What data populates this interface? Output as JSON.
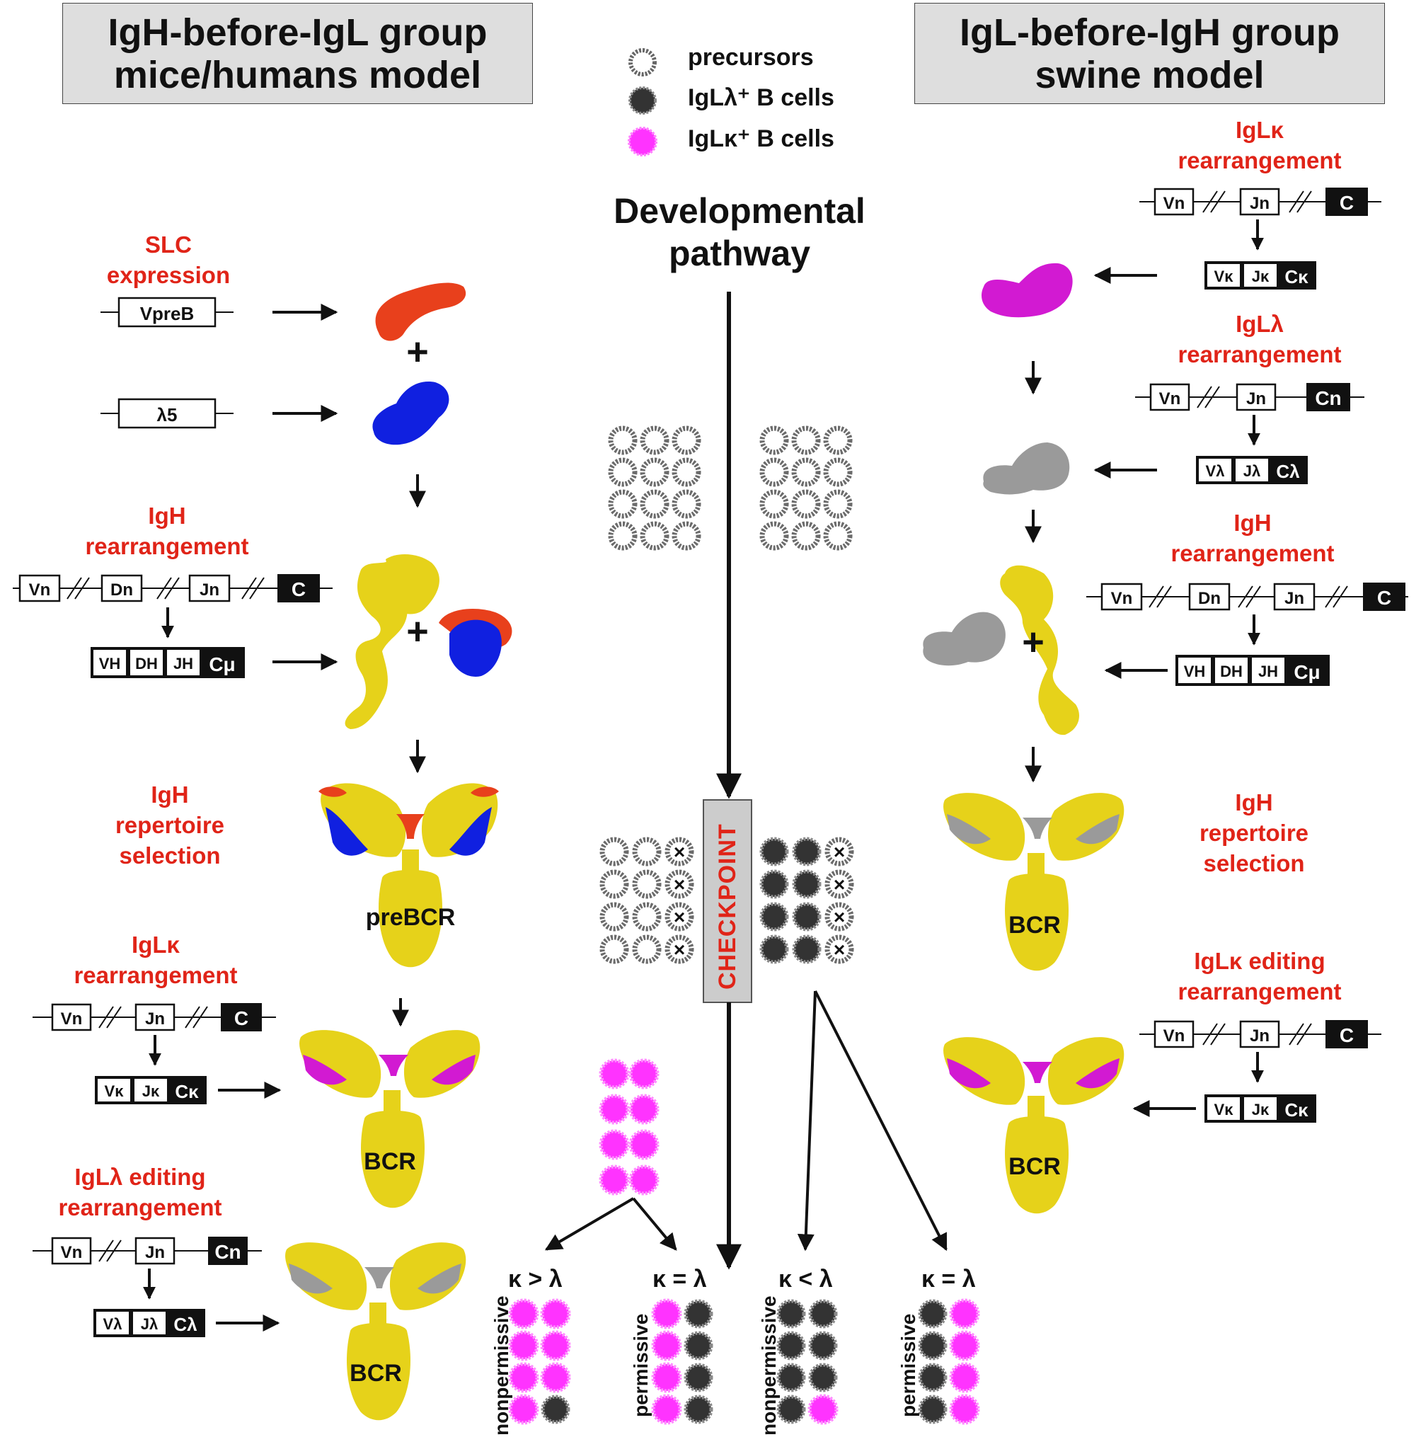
{
  "headers": {
    "left": {
      "line1": "IgH-before-IgL group",
      "line2": "mice/humans model"
    },
    "right": {
      "line1": "IgL-before-IgH group",
      "line2": "swine model"
    }
  },
  "legend": {
    "items": [
      {
        "label": "precursors",
        "color": "#ffffff"
      },
      {
        "label": "IgLλ⁺ B cells",
        "color": "#333333"
      },
      {
        "label": "IgLκ⁺ B cells",
        "color": "#ff33ff"
      }
    ]
  },
  "center": {
    "title_line1": "Developmental",
    "title_line2": "pathway",
    "checkpoint": "CHECKPOINT"
  },
  "left_steps": {
    "slc_line1": "SLC",
    "slc_line2": "expression",
    "igh_line1": "IgH",
    "igh_line2": "rearrangement",
    "sel_line1": "IgH",
    "sel_line2": "repertoire",
    "sel_line3": "selection",
    "kappa_line1": "IgLκ",
    "kappa_line2": "rearrangement",
    "lambda_line1": "IgLλ editing",
    "lambda_line2": "rearrangement"
  },
  "right_steps": {
    "kappa_line1": "IgLκ",
    "kappa_line2": "rearrangement",
    "lambda_line1": "IgLλ",
    "lambda_line2": "rearrangement",
    "igh_line1": "IgH",
    "igh_line2": "rearrangement",
    "sel_line1": "IgH",
    "sel_line2": "repertoire",
    "sel_line3": "selection",
    "edit_line1": "IgLκ editing",
    "edit_line2": "rearrangement"
  },
  "genes": {
    "vpreb": "VpreB",
    "l5": "λ5",
    "vn": "Vn",
    "dn": "Dn",
    "jn": "Jn",
    "c": "C",
    "cn": "Cn",
    "vh": "VH",
    "dh": "DH",
    "jh": "JH",
    "cmu": "Cμ",
    "vk": "Vκ",
    "jk": "Jκ",
    "ck": "Cκ",
    "vl": "Vλ",
    "jl": "Jλ",
    "cl": "Cλ"
  },
  "receptors": {
    "prebcr": "preBCR",
    "bcr": "BCR"
  },
  "outcomes": [
    {
      "ratio": "κ > λ",
      "label": "nonpermissive"
    },
    {
      "ratio": "κ = λ",
      "label": "permissive"
    },
    {
      "ratio": "κ < λ",
      "label": "nonpermissive"
    },
    {
      "ratio": "κ = λ",
      "label": "permissive"
    }
  ],
  "colors": {
    "red_text": "#e02418",
    "vpreb": "#e8401c",
    "lambda5": "#1020e0",
    "heavy": "#e6d21a",
    "kappa": "#d21ad2",
    "lambda": "#9a9a9a",
    "kappa_cell": "#ff33ff",
    "lambda_cell": "#333333"
  }
}
